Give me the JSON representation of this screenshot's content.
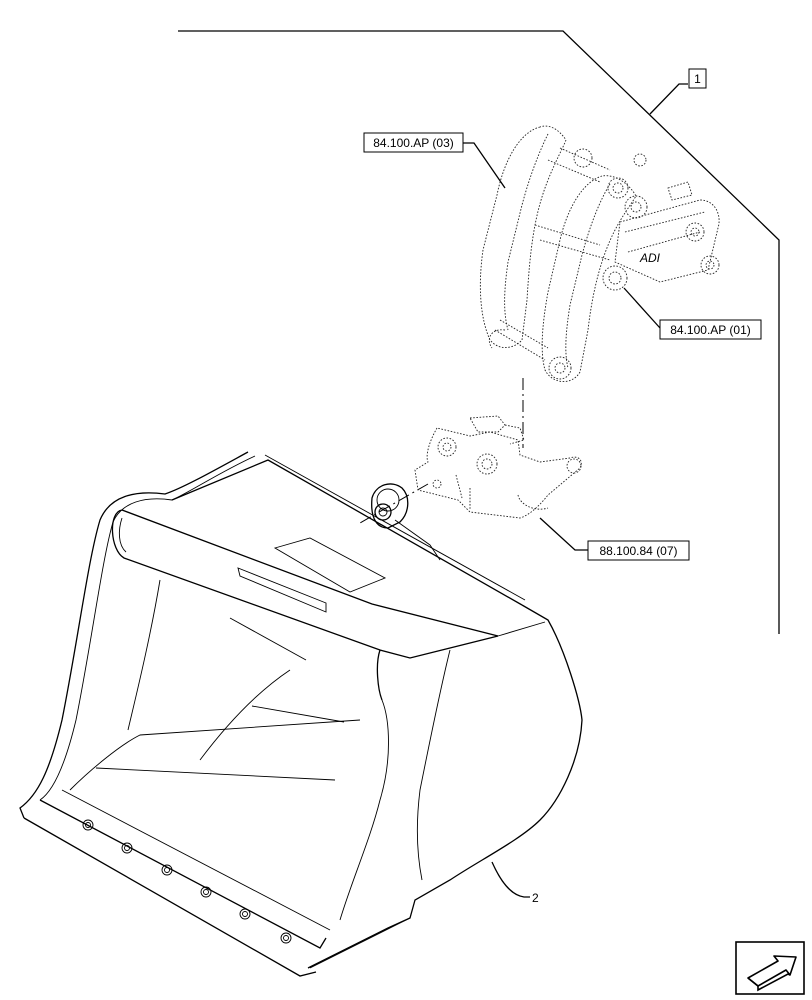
{
  "callouts": {
    "item_1": "1",
    "item_2": "2",
    "ref_84_100_ap_03": "84.100.AP (03)",
    "ref_84_100_ap_01": "84.100.AP (01)",
    "ref_88_100_84_07": "88.100.84 (07)"
  },
  "part_marking": "ADI",
  "icons": {
    "nav_arrow": "arrow-icon"
  }
}
